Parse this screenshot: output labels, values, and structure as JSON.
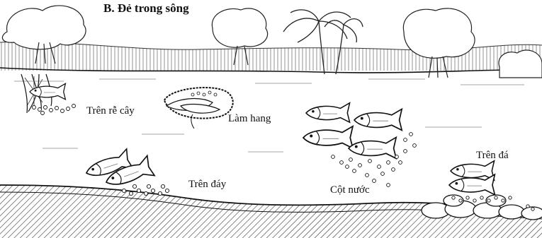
{
  "title": "B. Đẻ trong sông",
  "labels": {
    "roots": "Trên rễ cây",
    "burrow": "Làm hang",
    "bottom": "Trên đáy",
    "column": "Cột nước",
    "rock": "Trên đá"
  },
  "colors": {
    "ink": "#111111",
    "paper": "#ffffff"
  }
}
